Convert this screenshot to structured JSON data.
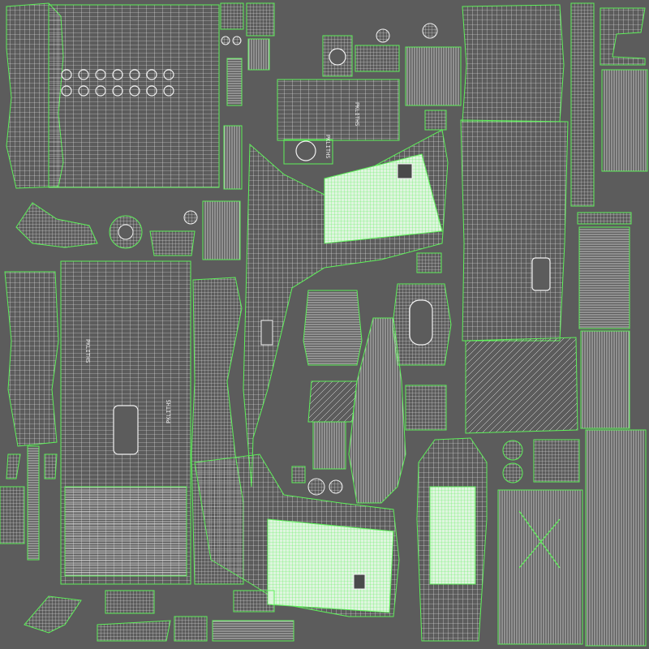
{
  "colors": {
    "background": "#5c5c5c",
    "wire": "#f2f2f2",
    "seam": "#5ef05a",
    "highlight_fill": "#dff5df",
    "dark_fill": "#4a4a4a"
  },
  "labels": {
    "panel_a": "PKLITHS",
    "panel_b": "PKLITHS",
    "panel_c": "PKLITHS",
    "panel_d": "PKLITHS"
  }
}
